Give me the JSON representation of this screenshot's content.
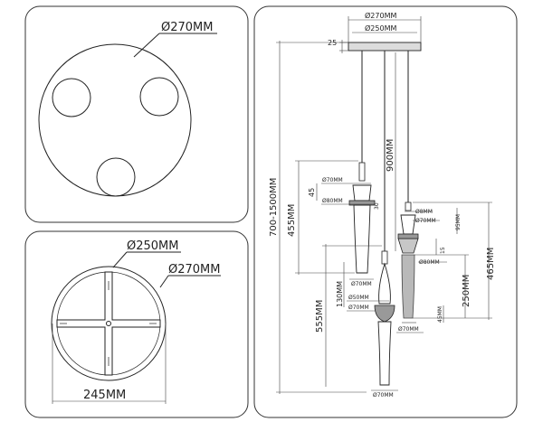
{
  "views": {
    "top": {
      "diameter_label": "Ø270MM"
    },
    "bottom": {
      "inner_diameter_label": "Ø250MM",
      "outer_diameter_label": "Ø270MM",
      "width_label": "245MM"
    },
    "side": {
      "canopy_outer_label": "Ø270MM",
      "canopy_inner_label": "Ø250MM",
      "canopy_height_label": "25",
      "overall_height_label": "700-1500MM",
      "left_lamp_height_label": "455MM",
      "cable_length_label": "900MM",
      "left_lamp": {
        "top_diameter_label": "Ø70MM",
        "cap_height_label": "45",
        "collar_diameter_label": "Ø80MM",
        "small_offset_label": "30",
        "bottom_diameter_label": "Ø70MM"
      },
      "middle_lamp": {
        "total_height_label": "555MM",
        "upper_height_label": "130MM",
        "waist_diameter_label": "Ø50MM",
        "cup_diameter_label": "Ø70MM",
        "cup_height_label": "45MM",
        "bottom_diameter_label": "Ø70MM"
      },
      "right_lamp": {
        "rod_diameter_label": "Ø8MM",
        "top_diameter_label": "Ø70MM",
        "upper_height_label": "95MM",
        "gap_label": "15",
        "collar_diameter_label": "Ø80MM",
        "total_height_label": "465MM",
        "shade_height_label": "250MM",
        "bottom_diameter_label": "Ø70MM"
      }
    }
  }
}
